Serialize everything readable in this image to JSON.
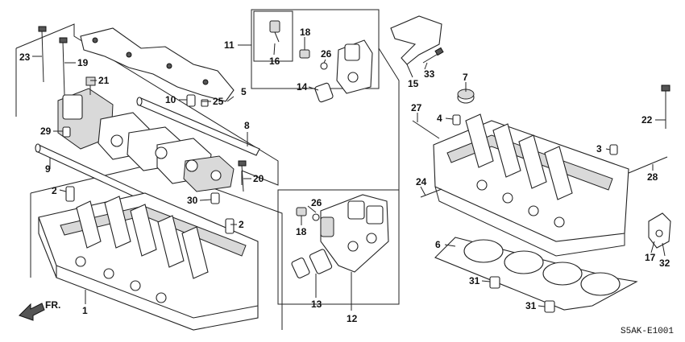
{
  "diagram": {
    "code": "S5AK-E1001",
    "direction_label": "FR.",
    "callouts": [
      {
        "id": "c1",
        "text": "1"
      },
      {
        "id": "c2a",
        "text": "2"
      },
      {
        "id": "c2b",
        "text": "2"
      },
      {
        "id": "c3",
        "text": "3"
      },
      {
        "id": "c4",
        "text": "4"
      },
      {
        "id": "c5",
        "text": "5"
      },
      {
        "id": "c6",
        "text": "6"
      },
      {
        "id": "c7",
        "text": "7"
      },
      {
        "id": "c8",
        "text": "8"
      },
      {
        "id": "c9",
        "text": "9"
      },
      {
        "id": "c10",
        "text": "10"
      },
      {
        "id": "c11",
        "text": "11"
      },
      {
        "id": "c12",
        "text": "12"
      },
      {
        "id": "c13",
        "text": "13"
      },
      {
        "id": "c14",
        "text": "14"
      },
      {
        "id": "c15",
        "text": "15"
      },
      {
        "id": "c16",
        "text": "16"
      },
      {
        "id": "c17",
        "text": "17"
      },
      {
        "id": "c18a",
        "text": "18"
      },
      {
        "id": "c18b",
        "text": "18"
      },
      {
        "id": "c19",
        "text": "19"
      },
      {
        "id": "c20",
        "text": "20"
      },
      {
        "id": "c21",
        "text": "21"
      },
      {
        "id": "c22",
        "text": "22"
      },
      {
        "id": "c23",
        "text": "23"
      },
      {
        "id": "c24",
        "text": "24"
      },
      {
        "id": "c25",
        "text": "25"
      },
      {
        "id": "c26a",
        "text": "26"
      },
      {
        "id": "c26b",
        "text": "26"
      },
      {
        "id": "c27",
        "text": "27"
      },
      {
        "id": "c28",
        "text": "28"
      },
      {
        "id": "c29",
        "text": "29"
      },
      {
        "id": "c30",
        "text": "30"
      },
      {
        "id": "c31a",
        "text": "31"
      },
      {
        "id": "c31b",
        "text": "31"
      },
      {
        "id": "c32",
        "text": "32"
      },
      {
        "id": "c33",
        "text": "33"
      }
    ]
  }
}
